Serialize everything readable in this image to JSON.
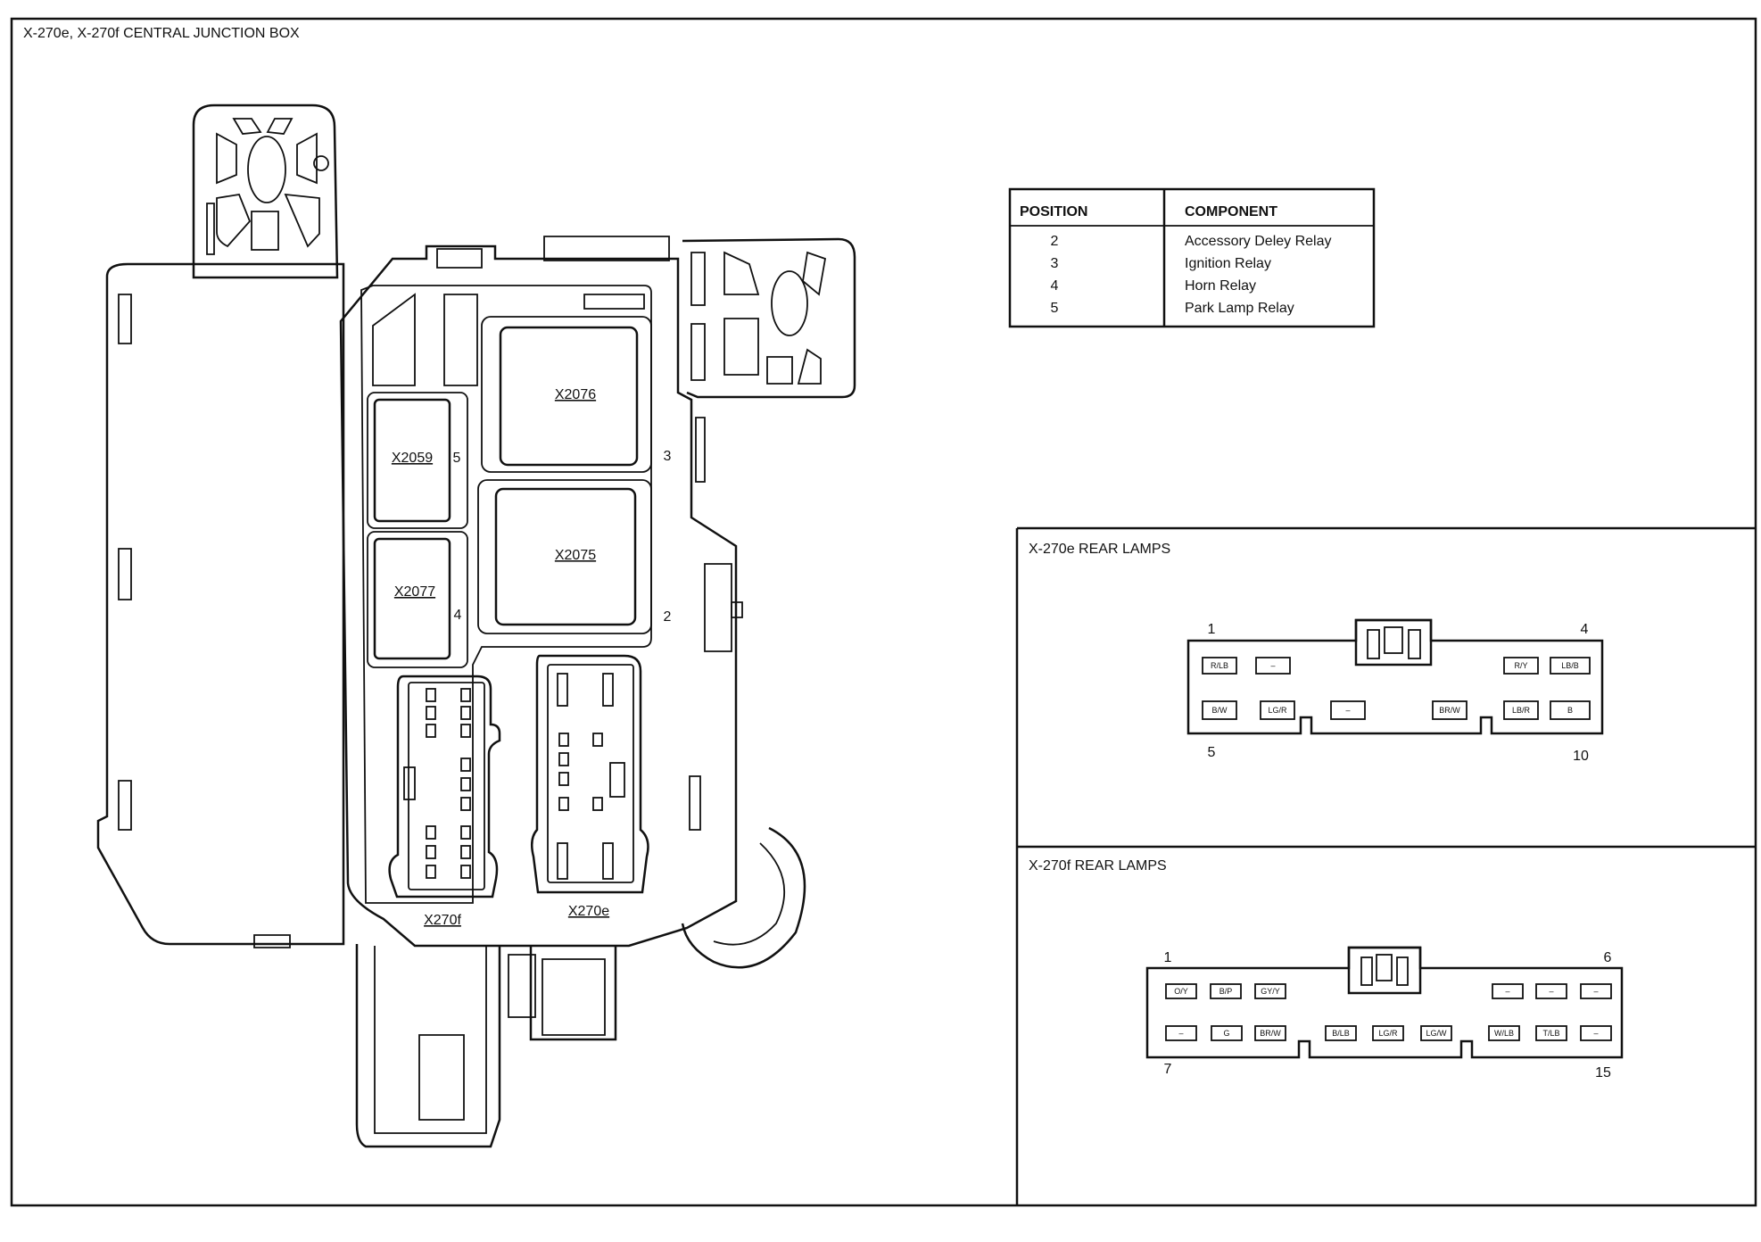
{
  "sheet": {
    "title": "X-270e, X-270f CENTRAL JUNCTION BOX"
  },
  "junction_box": {
    "relays": [
      {
        "id": "X2076",
        "position": "3"
      },
      {
        "id": "X2059",
        "position": "5"
      },
      {
        "id": "X2075",
        "position": "2"
      },
      {
        "id": "X2077",
        "position": "4"
      }
    ],
    "connectors": [
      "X270f",
      "X270e"
    ]
  },
  "position_table": {
    "headers": [
      "POSITION",
      "COMPONENT"
    ],
    "rows": [
      {
        "position": "2",
        "component": "Accessory Deley Relay"
      },
      {
        "position": "3",
        "component": "Ignition Relay"
      },
      {
        "position": "4",
        "component": "Horn Relay"
      },
      {
        "position": "5",
        "component": "Park Lamp Relay"
      }
    ]
  },
  "x270e": {
    "title": "X-270e REAR LAMPS",
    "pin_labels": {
      "top_left": "1",
      "top_right": "4",
      "bottom_left": "5",
      "bottom_right": "10"
    },
    "top_row": [
      "R/LB",
      "–",
      "R/Y",
      "LB/B"
    ],
    "bottom_row": [
      "B/W",
      "LG/R",
      "–",
      "BR/W",
      "LB/R",
      "B"
    ]
  },
  "x270f": {
    "title": "X-270f  REAR LAMPS",
    "pin_labels": {
      "top_left": "1",
      "top_right": "6",
      "bottom_left": "7",
      "bottom_right": "15"
    },
    "top_row": [
      "O/Y",
      "B/P",
      "GY/Y",
      "–",
      "–",
      "–"
    ],
    "bottom_row": [
      "–",
      "G",
      "BR/W",
      "B/LB",
      "LG/R",
      "LG/W",
      "W/LB",
      "T/LB",
      "–"
    ]
  }
}
